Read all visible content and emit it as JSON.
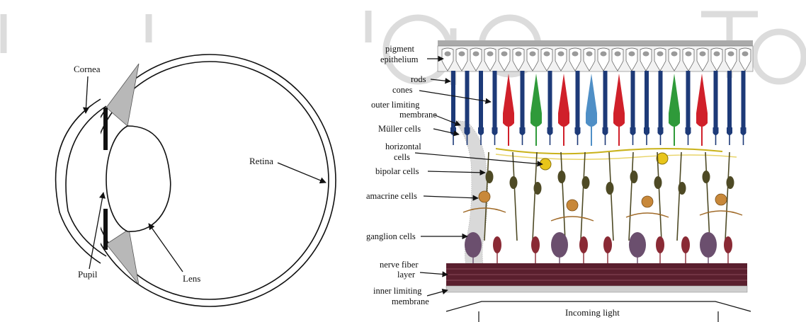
{
  "eye_diagram": {
    "labels": {
      "cornea": "Cornea",
      "retina": "Retina",
      "pupil": "Pupil",
      "lens": "Lens"
    }
  },
  "retina_diagram": {
    "labels": {
      "pigment_1": "pigment",
      "pigment_2": "epithelium",
      "rods": "rods",
      "cones": "cones",
      "olm_1": "outer limiting",
      "olm_2": "membrane",
      "muller": "Müller cells",
      "horizontal_1": "horizontal",
      "horizontal_2": "cells",
      "bipolar": "bipolar cells",
      "amacrine": "amacrine cells",
      "ganglion": "ganglion cells",
      "nfl_1": "nerve fiber",
      "nfl_2": "layer",
      "ilm_1": "inner limiting",
      "ilm_2": "membrane",
      "incoming_light": "Incoming light"
    },
    "photoreceptor_sequence": [
      "rod",
      "rod",
      "rod",
      "rod",
      "cone-red",
      "rod",
      "cone-green",
      "rod",
      "cone-red",
      "rod",
      "cone-blue",
      "rod",
      "cone-red",
      "rod",
      "rod",
      "rod",
      "cone-green",
      "rod",
      "cone-red",
      "rod",
      "rod",
      "rod"
    ],
    "colors": {
      "rod": "#1d3a78",
      "cone-red": "#d0202a",
      "cone-green": "#2f9a3a",
      "cone-blue": "#4f8fc6",
      "nerve_fiber": "#5a1f2e",
      "horizontal_cell": "#e8c51a",
      "bipolar_cell": "#4e4a25",
      "amacrine_cell": "#c8883a",
      "ganglion_cell": "#6b4f6e"
    }
  }
}
